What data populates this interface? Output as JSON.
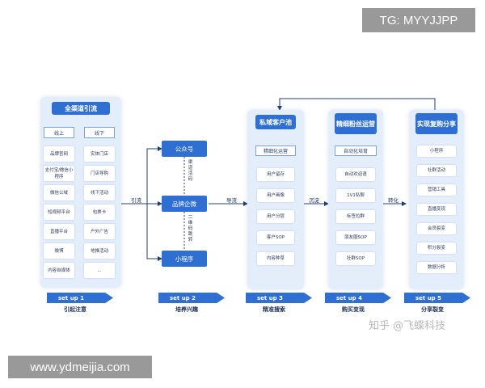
{
  "tag_top": "TG: MYYJJPP",
  "tag_bottom": "www.ydmeijia.com",
  "watermark": "知乎 @飞蝶科技",
  "stage1": {
    "title": "全渠道引流",
    "sub_left": "线上",
    "sub_right": "线下",
    "left_items": [
      "品牌官网",
      "支付宝/微信小程序",
      "微信公域",
      "短视频平台",
      "直播平台",
      "微博",
      "内容自媒体"
    ],
    "right_items": [
      "实体门店",
      "门店导购",
      "线下活动",
      "包裹卡",
      "户外广告",
      "地推活动",
      "..."
    ],
    "step": "set up 1",
    "caption": "引起注意"
  },
  "stage2": {
    "top": "公众号",
    "middle": "品牌企微",
    "bottom": "小程序",
    "v_label_top": "渠道活码",
    "v_label_bottom": "二维码跳转",
    "step": "set up 2",
    "caption": "培养兴趣"
  },
  "stage3": {
    "title": "私域客户池",
    "sub": "精细化运营",
    "items": [
      "用户留存",
      "用户画像",
      "用户分层",
      "客户SOP",
      "内容种草"
    ],
    "step": "set up 3",
    "caption": "精准搜索"
  },
  "stage4": {
    "title": "精细粉丝运营",
    "sub": "自动化培育",
    "items": [
      "自动欢迎语",
      "1V1私聊",
      "标签拉群",
      "朋友圈SOP",
      "社群SOP"
    ],
    "step": "set up 4",
    "caption": "购买变现"
  },
  "stage5": {
    "title": "实现复购分享",
    "items": [
      "小程序",
      "社群活动",
      "营销工具",
      "直播变现",
      "会员裂变",
      "积分裂变",
      "数据分析"
    ],
    "step": "set up 5",
    "caption": "分享裂变"
  },
  "flows": {
    "f1": "引流",
    "f2": "导流",
    "f3": "沉淀",
    "f4": "转化"
  }
}
